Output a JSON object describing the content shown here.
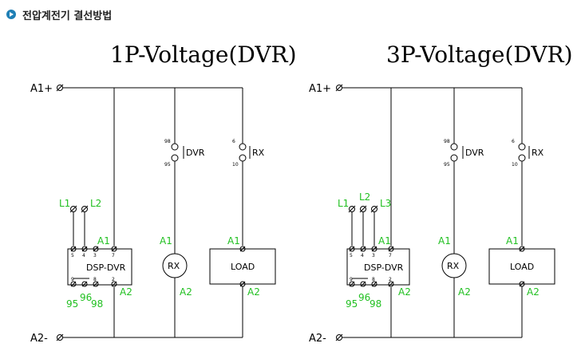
{
  "header": {
    "title": "전압계전기 결선방법"
  },
  "diagrams": [
    {
      "title": "1P-Voltage(DVR)",
      "terminals": {
        "top": "A1+",
        "bottom": "A2-"
      },
      "inputs": [
        "L1",
        "L2"
      ],
      "pin_numbers": [
        "5",
        "4",
        "3",
        "7"
      ],
      "bottom_pins": [
        "9",
        "8",
        "2"
      ],
      "device": "DSP-DVR",
      "device_a1": "A1",
      "device_a2": "A2",
      "outputs": [
        "95",
        "96",
        "98"
      ],
      "dvr_contact": {
        "label": "DVR",
        "top": "98",
        "bottom": "95"
      },
      "rx_contact": {
        "label": "RX",
        "top": "6",
        "bottom": "10"
      },
      "relay": {
        "label": "RX",
        "a1": "A1",
        "a2": "A2"
      },
      "load": {
        "label": "LOAD",
        "a1": "A1",
        "a2": "A2"
      }
    },
    {
      "title": "3P-Voltage(DVR)",
      "terminals": {
        "top": "A1+",
        "bottom": "A2-"
      },
      "inputs": [
        "L1",
        "L2",
        "L3"
      ],
      "pin_numbers": [
        "5",
        "4",
        "3",
        "7"
      ],
      "bottom_pins": [
        "9",
        "8",
        "2"
      ],
      "device": "DSP-DVR",
      "device_a1": "A1",
      "device_a2": "A2",
      "outputs": [
        "95",
        "96",
        "98"
      ],
      "dvr_contact": {
        "label": "DVR",
        "top": "98",
        "bottom": "95"
      },
      "rx_contact": {
        "label": "RX",
        "top": "6",
        "bottom": "10"
      },
      "relay": {
        "label": "RX",
        "a1": "A1",
        "a2": "A2"
      },
      "load": {
        "label": "LOAD",
        "a1": "A1",
        "a2": "A2"
      }
    }
  ],
  "colors": {
    "label_green": "#22c022",
    "bullet": "#1f7fb5"
  }
}
